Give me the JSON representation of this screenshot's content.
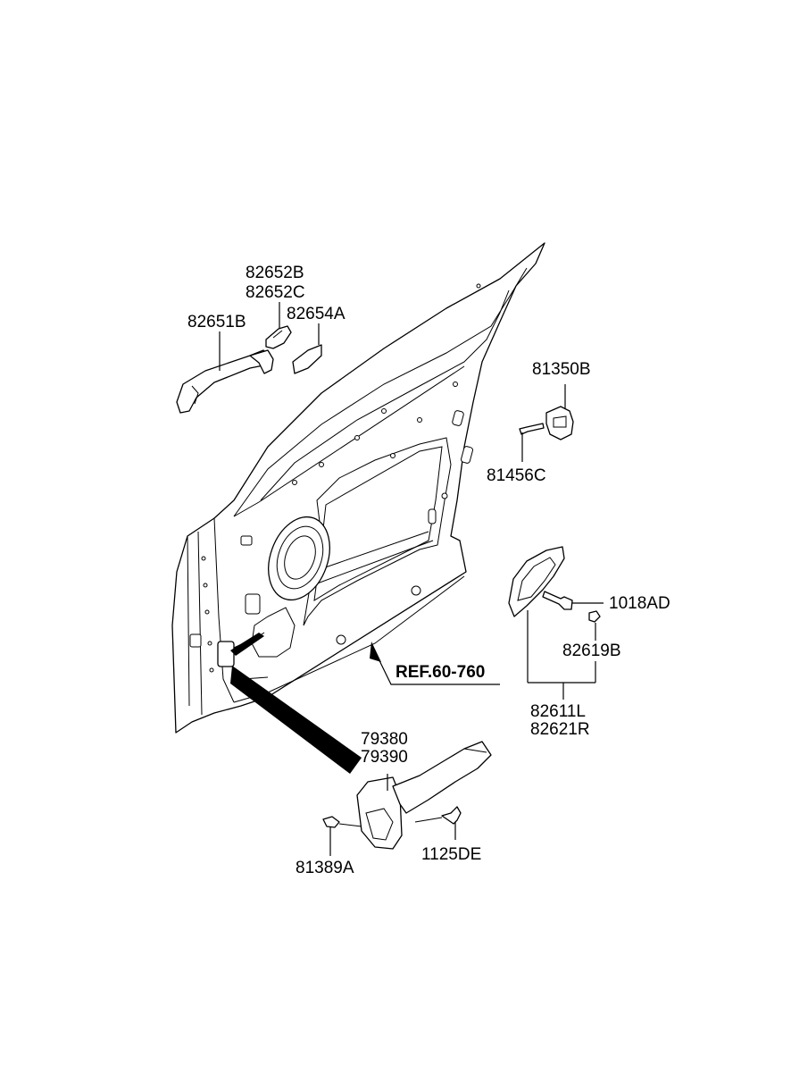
{
  "labels": {
    "p82652B": "82652B",
    "p82652C": "82652C",
    "p82654A": "82654A",
    "p82651B": "82651B",
    "p81350B": "81350B",
    "p81456C": "81456C",
    "p1018AD": "1018AD",
    "p82619B": "82619B",
    "ref": "REF.60-760",
    "p82611L": "82611L",
    "p82621R": "82621R",
    "p79380": "79380",
    "p79390": "79390",
    "p81389A": "81389A",
    "p1125DE": "1125DE"
  }
}
